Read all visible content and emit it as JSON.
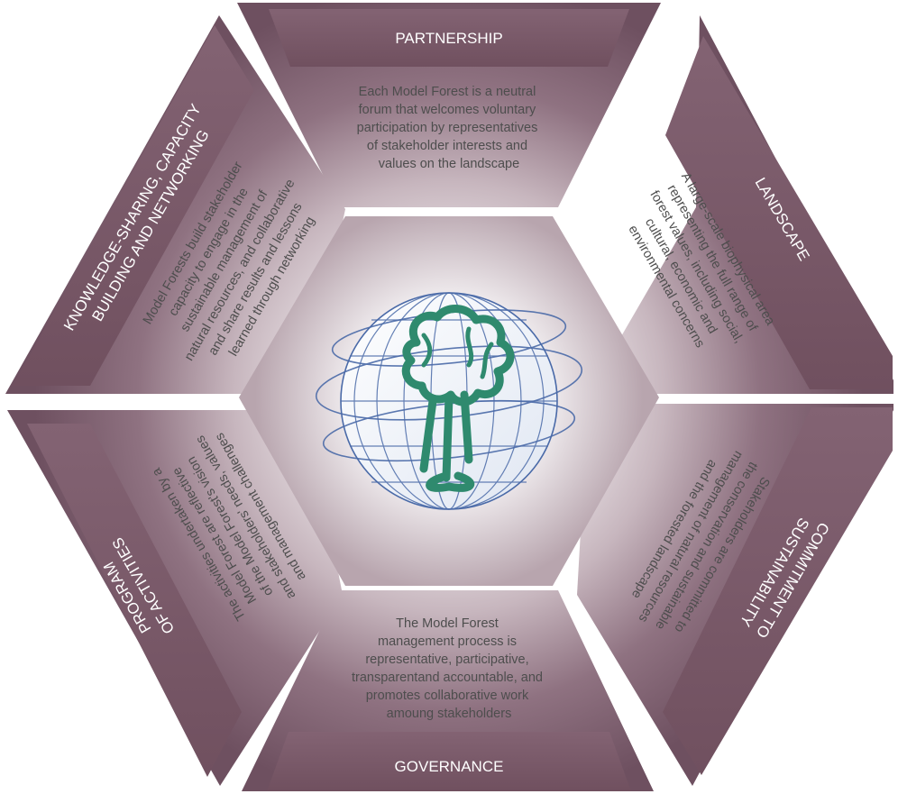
{
  "colors": {
    "band": "#7c5b6b",
    "band_dark": "#6a4a5a",
    "panel_outer": "#7a5a6a",
    "panel_inner": "#ede8ea",
    "text": "#4d4d4d",
    "globe_grid": "#4a6aa8",
    "tree": "#2f8a6e"
  },
  "segments": {
    "partnership": {
      "title": "PARTNERSHIP",
      "lines": [
        "Each Model Forest is a neutral",
        "forum that welcomes voluntary",
        "participation by representatives",
        "of stakeholder interests and",
        "values on the landscape"
      ]
    },
    "landscape": {
      "title": "LANDSCAPE",
      "lines": [
        "A large-scale biophysical area",
        "representing the full range of",
        "forest values, including social,",
        "cultural, economic and",
        "environmental concerns"
      ]
    },
    "sustainability": {
      "title_lines": [
        "COMMITMENT TO",
        "SUSTAINABILITY"
      ],
      "lines": [
        "Stakeholders are committed to",
        "the conservation and sustainable",
        "management of natural resources",
        "and the forested landscape"
      ]
    },
    "governance": {
      "title": "GOVERNANCE",
      "lines": [
        "The Model Forest",
        "management process is",
        "representative, participative,",
        "transparentand accountable, and",
        "promotes collaborative work",
        "amoung stakeholders"
      ]
    },
    "program": {
      "title_lines": [
        "PROGRAM",
        "OF ACTIVITIES"
      ],
      "lines": [
        "The activities undertaken by a",
        "Model Forest are reflective",
        "of the Model Forest's vision",
        "and stakeholders' needs, values",
        "and management challenges"
      ]
    },
    "knowledge": {
      "title_lines": [
        "KNOWLEDGE-SHARING, CAPACITY",
        "BUILDING AND NETWORKING"
      ],
      "lines": [
        "Model Forests build stakeholder",
        "capacity to engage in the",
        "sustainable management of",
        "natural resources, and collaborative",
        "and share results and lessons",
        "learned through networking"
      ]
    }
  },
  "center": {
    "icon": "globe-tree-icon"
  }
}
